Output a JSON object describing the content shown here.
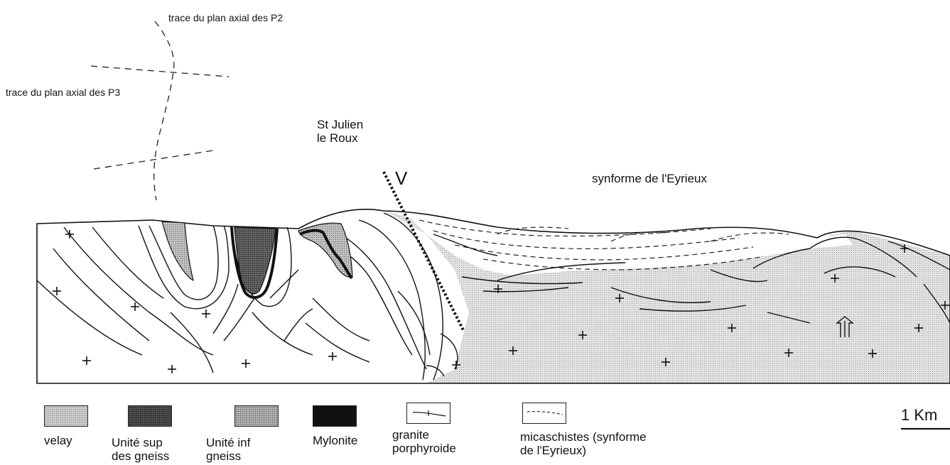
{
  "labels": {
    "axial_p2": "trace du plan axial des P2",
    "axial_p3": "trace du plan axial des P3",
    "town_line1": "St Julien",
    "town_line2": "le Roux",
    "synform": "synforme de l'Eyrieux",
    "fault_mark": "V",
    "scale": "1 Km"
  },
  "legend": [
    {
      "key": "velay",
      "lines": [
        "velay",
        ""
      ]
    },
    {
      "key": "unite-sup",
      "lines": [
        "Unité sup",
        "des gneiss"
      ]
    },
    {
      "key": "unite-inf",
      "lines": [
        "Unité inf",
        "gneiss"
      ]
    },
    {
      "key": "mylonite",
      "lines": [
        "Mylonite",
        ""
      ]
    },
    {
      "key": "granite",
      "lines": [
        "granite",
        "porphyroide"
      ]
    },
    {
      "key": "micaschistes",
      "lines": [
        "micaschistes (synforme",
        "de l'Eyrieux)"
      ]
    }
  ],
  "colors": {
    "velay": "#d6d6d6",
    "unite_sup": "#555555",
    "unite_inf": "#bdbdbd",
    "mylonite": "#111111",
    "line": "#111111"
  }
}
